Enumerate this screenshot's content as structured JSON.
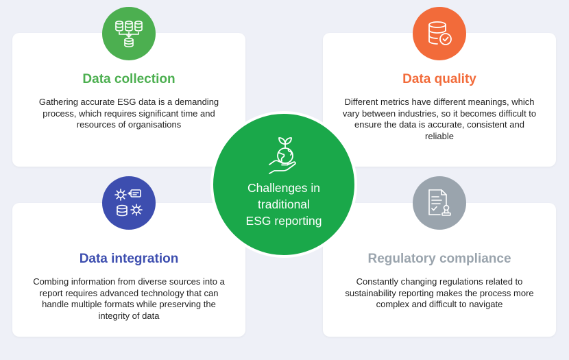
{
  "center": {
    "title_lines": [
      "Challenges in",
      "traditional",
      "ESG reporting"
    ],
    "icon": "hand-globe-plant-icon",
    "color": "#1aa84a"
  },
  "cards": {
    "data_collection": {
      "title": "Data collection",
      "text": "Gathering accurate ESG data is a demanding process, which requires significant time and resources of organisations",
      "icon": "database-collection-icon",
      "color": "#4caf50"
    },
    "data_quality": {
      "title": "Data quality",
      "text": "Different metrics have different meanings, which vary between industries, so it becomes difficult to ensure the data is accurate, consistent and reliable",
      "icon": "database-check-icon",
      "color": "#f26b3a"
    },
    "data_integration": {
      "title": "Data integration",
      "text": "Combing information from diverse sources into a report requires advanced technology that can handle multiple formats while preserving the integrity of data",
      "icon": "gears-database-icon",
      "color": "#3d4eaf"
    },
    "regulatory_compliance": {
      "title": "Regulatory compliance",
      "text": "Constantly changing regulations related to sustainability reporting makes the process more complex and difficult to navigate",
      "icon": "document-stamp-icon",
      "color": "#9aa4ad"
    }
  }
}
